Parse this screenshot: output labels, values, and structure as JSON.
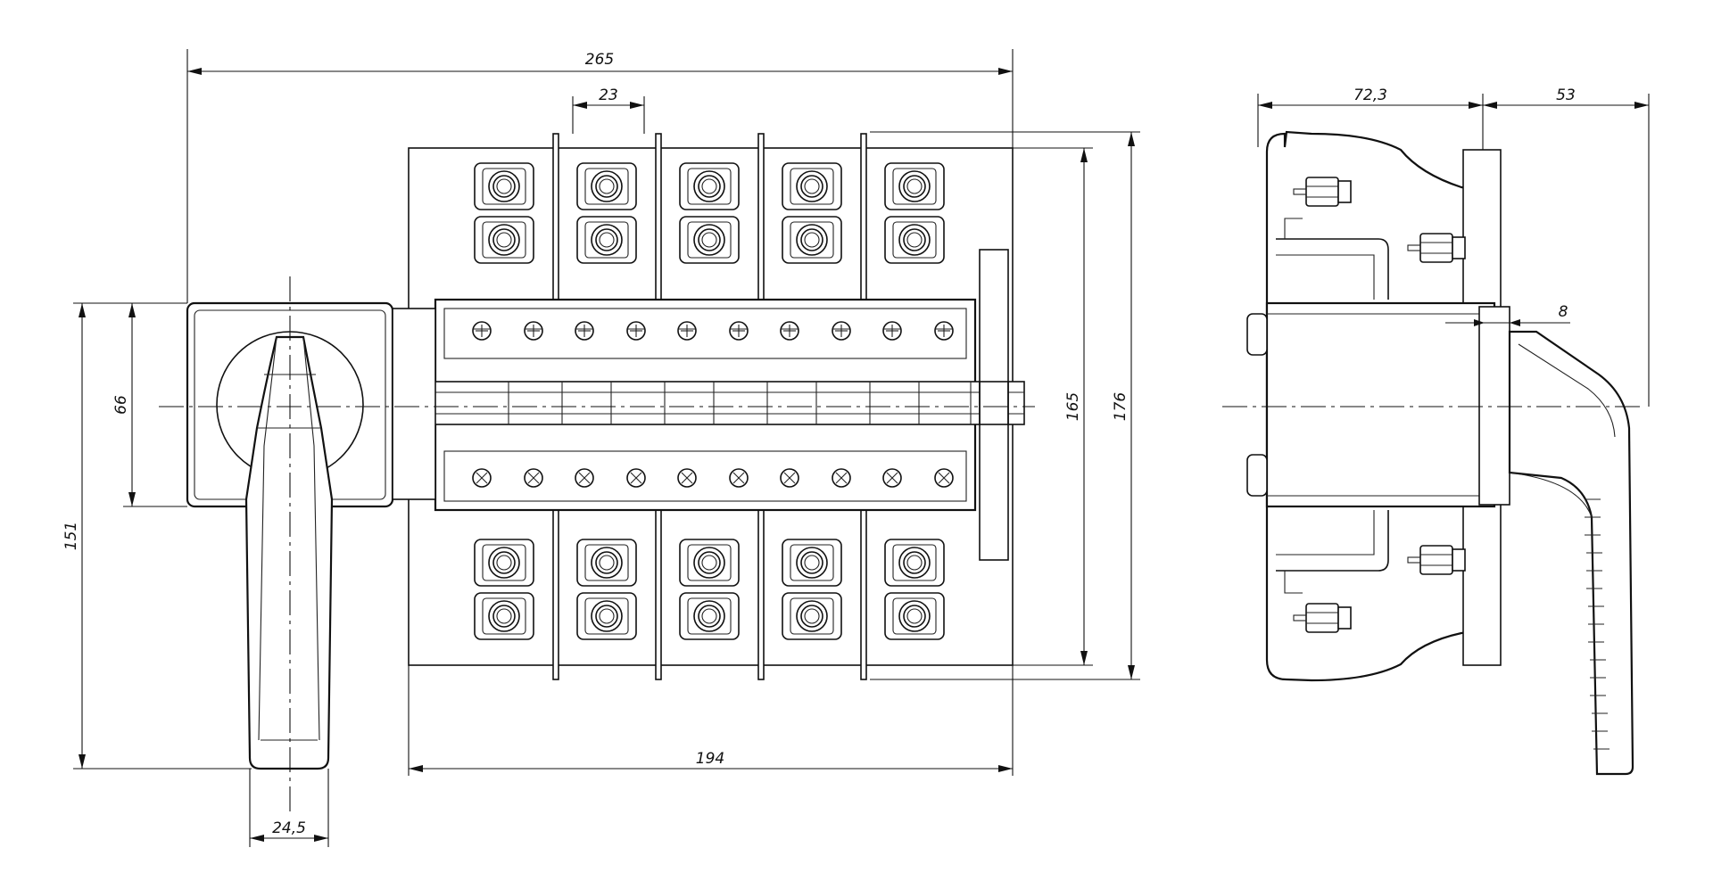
{
  "dimensions": {
    "overall_width": "265",
    "pole_pitch": "23",
    "handle_box_height": "66",
    "handle_total_height": "151",
    "handle_width": "24,5",
    "base_width": "194",
    "base_height": "165",
    "overall_height": "176",
    "side_depth": "72,3",
    "handle_depth": "53",
    "plate_thickness": "8"
  },
  "colors": {
    "line": "#111111",
    "background": "#ffffff"
  }
}
